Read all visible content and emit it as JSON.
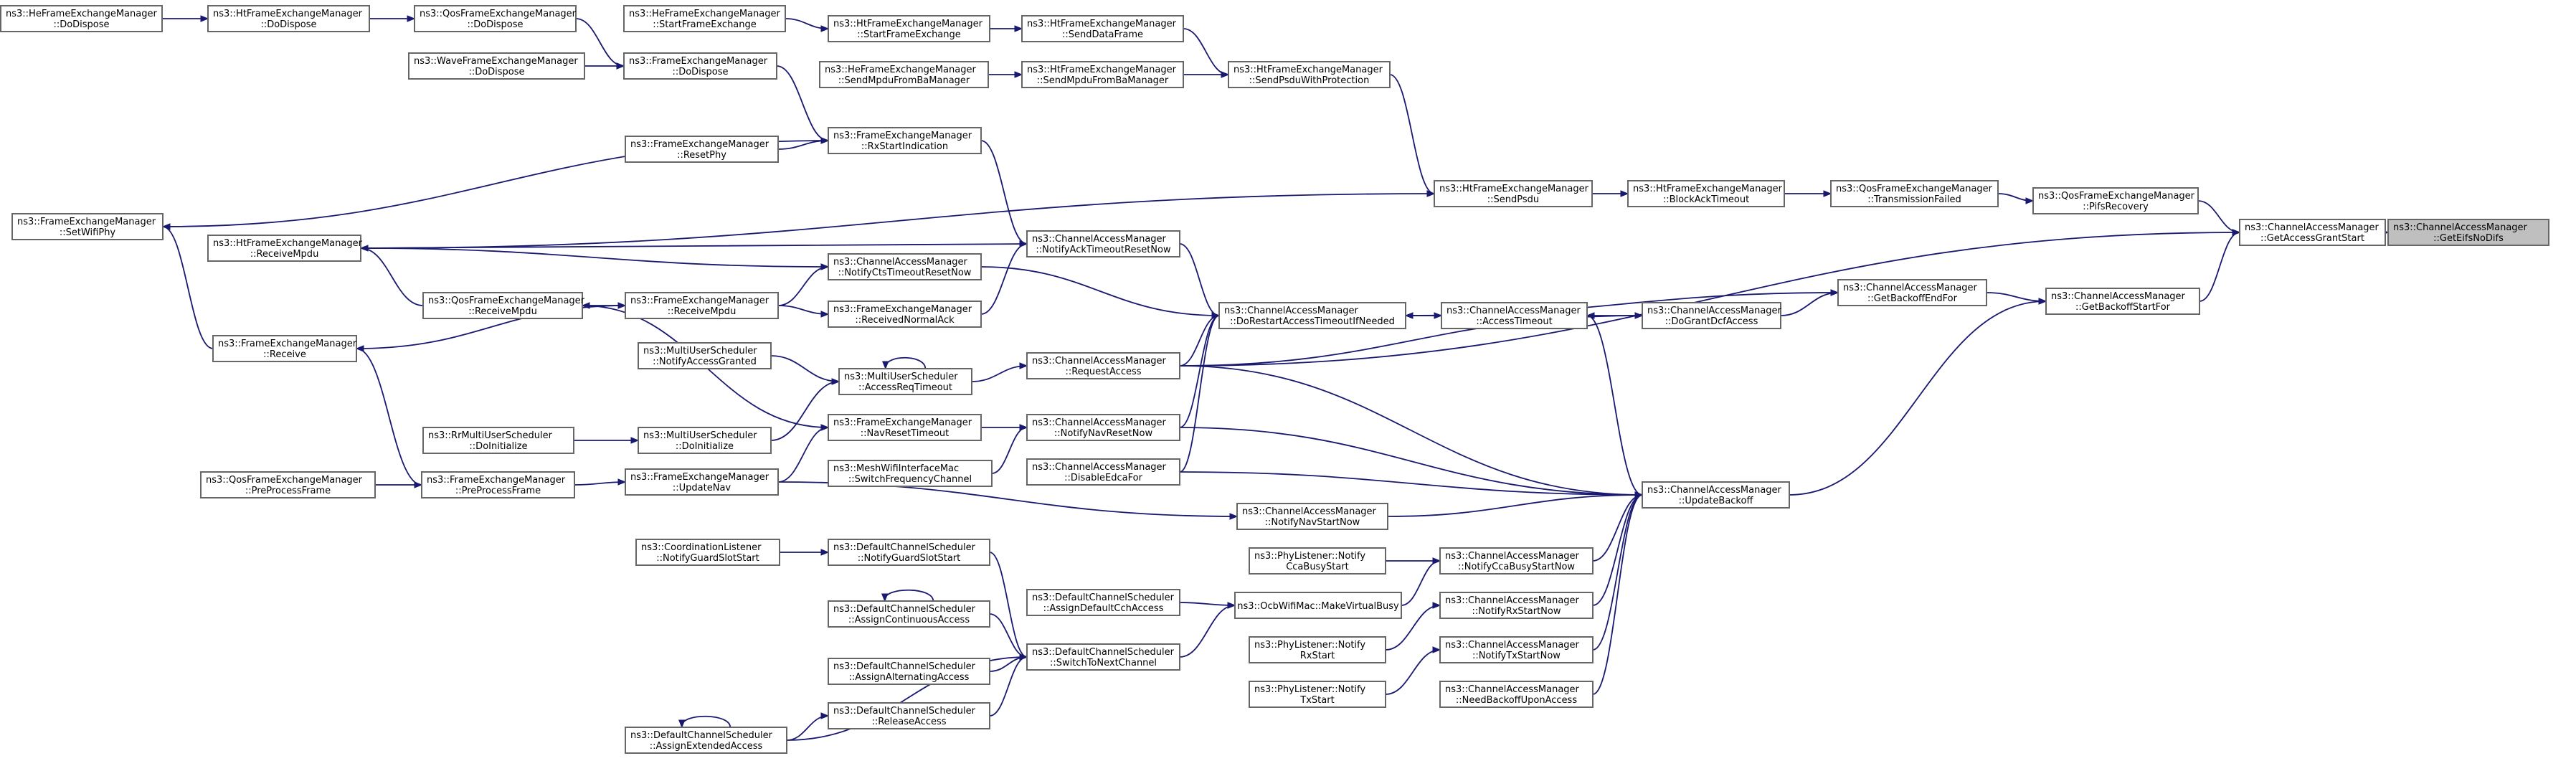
{
  "colors": {
    "edge": "#191970",
    "node_border": "#666666",
    "root_fill": "#bfbfbf",
    "node_fill": "#ffffff"
  },
  "nodes": [
    {
      "id": "root",
      "l1": "ns3::ChannelAccessManager",
      "l2": "::GetEifsNoDifs",
      "root": true
    },
    {
      "id": "gags",
      "l1": "ns3::ChannelAccessManager",
      "l2": "::GetAccessGrantStart"
    },
    {
      "id": "gbsf",
      "l1": "ns3::ChannelAccessManager",
      "l2": "::GetBackoffStartFor"
    },
    {
      "id": "gbef",
      "l1": "ns3::ChannelAccessManager",
      "l2": "::GetBackoffEndFor"
    },
    {
      "id": "dgda",
      "l1": "ns3::ChannelAccessManager",
      "l2": "::DoGrantDcfAccess"
    },
    {
      "id": "acto",
      "l1": "ns3::ChannelAccessManager",
      "l2": "::AccessTimeout"
    },
    {
      "id": "drat",
      "l1": "ns3::ChannelAccessManager",
      "l2": "::DoRestartAccessTimeoutIfNeeded"
    },
    {
      "id": "ub",
      "l1": "ns3::ChannelAccessManager",
      "l2": "::UpdateBackoff"
    },
    {
      "id": "nats",
      "l1": "ns3::ChannelAccessManager",
      "l2": "::NotifyAckTimeoutResetNow"
    },
    {
      "id": "ncts",
      "l1": "ns3::ChannelAccessManager",
      "l2": "::NotifyCtsTimeoutResetNow"
    },
    {
      "id": "ra",
      "l1": "ns3::ChannelAccessManager",
      "l2": "::RequestAccess"
    },
    {
      "id": "nnr",
      "l1": "ns3::ChannelAccessManager",
      "l2": "::NotifyNavResetNow"
    },
    {
      "id": "dea",
      "l1": "ns3::ChannelAccessManager",
      "l2": "::DisableEdcaFor"
    },
    {
      "id": "nns",
      "l1": "ns3::ChannelAccessManager",
      "l2": "::NotifyNavStartNow"
    },
    {
      "id": "nccb",
      "l1": "ns3::ChannelAccessManager",
      "l2": "::NotifyCcaBusyStartNow"
    },
    {
      "id": "nrx",
      "l1": "ns3::ChannelAccessManager",
      "l2": "::NotifyRxStartNow"
    },
    {
      "id": "ntx",
      "l1": "ns3::ChannelAccessManager",
      "l2": "::NotifyTxStartNow"
    },
    {
      "id": "nbua",
      "l1": "ns3::ChannelAccessManager",
      "l2": "::NeedBackoffUponAccess"
    },
    {
      "id": "qpifs",
      "l1": "ns3::QosFrameExchangeManager",
      "l2": "::PifsRecovery"
    },
    {
      "id": "qtf",
      "l1": "ns3::QosFrameExchangeManager",
      "l2": "::TransmissionFailed"
    },
    {
      "id": "hbat",
      "l1": "ns3::HtFrameExchangeManager",
      "l2": "::BlockAckTimeout"
    },
    {
      "id": "hsp",
      "l1": "ns3::HtFrameExchangeManager",
      "l2": "::SendPsdu"
    },
    {
      "id": "hspp",
      "l1": "ns3::HtFrameExchangeManager",
      "l2": "::SendPsduWithProtection"
    },
    {
      "id": "hsdf",
      "l1": "ns3::HtFrameExchangeManager",
      "l2": "::SendDataFrame"
    },
    {
      "id": "hsmb",
      "l1": "ns3::HtFrameExchangeManager",
      "l2": "::SendMpduFromBaManager"
    },
    {
      "id": "hsfe",
      "l1": "ns3::HtFrameExchangeManager",
      "l2": "::StartFrameExchange"
    },
    {
      "id": "hesfe",
      "l1": "ns3::HeFrameExchangeManager",
      "l2": "::StartFrameExchange"
    },
    {
      "id": "hesmb",
      "l1": "ns3::HeFrameExchangeManager",
      "l2": "::SendMpduFromBaManager"
    },
    {
      "id": "fdd",
      "l1": "ns3::FrameExchangeManager",
      "l2": "::DoDispose"
    },
    {
      "id": "qdd",
      "l1": "ns3::QosFrameExchangeManager",
      "l2": "::DoDispose"
    },
    {
      "id": "htdd",
      "l1": "ns3::HtFrameExchangeManager",
      "l2": "::DoDispose"
    },
    {
      "id": "hedd",
      "l1": "ns3::HeFrameExchangeManager",
      "l2": "::DoDispose"
    },
    {
      "id": "wdd",
      "l1": "ns3::WaveFrameExchangeManager",
      "l2": "::DoDispose"
    },
    {
      "id": "frsi",
      "l1": "ns3::FrameExchangeManager",
      "l2": "::RxStartIndication"
    },
    {
      "id": "frp",
      "l1": "ns3::FrameExchangeManager",
      "l2": "::ResetPhy"
    },
    {
      "id": "fswp",
      "l1": "ns3::FrameExchangeManager",
      "l2": "::SetWifiPhy"
    },
    {
      "id": "hrm",
      "l1": "ns3::HtFrameExchangeManager",
      "l2": "::ReceiveMpdu"
    },
    {
      "id": "qrm",
      "l1": "ns3::QosFrameExchangeManager",
      "l2": "::ReceiveMpdu"
    },
    {
      "id": "frm",
      "l1": "ns3::FrameExchangeManager",
      "l2": "::ReceiveMpdu"
    },
    {
      "id": "frna",
      "l1": "ns3::FrameExchangeManager",
      "l2": "::ReceivedNormalAck"
    },
    {
      "id": "frcv",
      "l1": "ns3::FrameExchangeManager",
      "l2": "::Receive"
    },
    {
      "id": "mnag",
      "l1": "ns3::MultiUserScheduler",
      "l2": "::NotifyAccessGranted"
    },
    {
      "id": "mart",
      "l1": "ns3::MultiUserScheduler",
      "l2": "::AccessReqTimeout"
    },
    {
      "id": "mdi",
      "l1": "ns3::MultiUserScheduler",
      "l2": "::DoInitialize"
    },
    {
      "id": "rrdi",
      "l1": "ns3::RrMultiUserScheduler",
      "l2": "::DoInitialize"
    },
    {
      "id": "fnrt",
      "l1": "ns3::FrameExchangeManager",
      "l2": "::NavResetTimeout"
    },
    {
      "id": "mswf",
      "l1": "ns3::MeshWifiInterfaceMac",
      "l2": "::SwitchFrequencyChannel"
    },
    {
      "id": "fun",
      "l1": "ns3::FrameExchangeManager",
      "l2": "::UpdateNav"
    },
    {
      "id": "fppf",
      "l1": "ns3::FrameExchangeManager",
      "l2": "::PreProcessFrame"
    },
    {
      "id": "qppf",
      "l1": "ns3::QosFrameExchangeManager",
      "l2": "::PreProcessFrame"
    },
    {
      "id": "clng",
      "l1": "ns3::CoordinationListener",
      "l2": "::NotifyGuardSlotStart"
    },
    {
      "id": "dcng",
      "l1": "ns3::DefaultChannelScheduler",
      "l2": "::NotifyGuardSlotStart"
    },
    {
      "id": "dcac",
      "l1": "ns3::DefaultChannelScheduler",
      "l2": "::AssignContinuousAccess"
    },
    {
      "id": "dcaa",
      "l1": "ns3::DefaultChannelScheduler",
      "l2": "::AssignAlternatingAccess"
    },
    {
      "id": "dcra",
      "l1": "ns3::DefaultChannelScheduler",
      "l2": "::ReleaseAccess"
    },
    {
      "id": "dcae",
      "l1": "ns3::DefaultChannelScheduler",
      "l2": "::AssignExtendedAccess"
    },
    {
      "id": "dcsn",
      "l1": "ns3::DefaultChannelScheduler",
      "l2": "::SwitchToNextChannel"
    },
    {
      "id": "dcad",
      "l1": "ns3::DefaultChannelScheduler",
      "l2": "::AssignDefaultCchAccess"
    },
    {
      "id": "ocb",
      "l1": "ns3::OcbWifiMac::MakeVirtualBusy",
      "l2": ""
    },
    {
      "id": "plcb",
      "l1": "ns3::PhyListener::Notify",
      "l2": "CcaBusyStart"
    },
    {
      "id": "plrx",
      "l1": "ns3::PhyListener::Notify",
      "l2": "RxStart"
    },
    {
      "id": "pltx",
      "l1": "ns3::PhyListener::Notify",
      "l2": "TxStart"
    }
  ],
  "edges": [
    [
      "gags",
      "root"
    ],
    [
      "gbsf",
      "gags"
    ],
    [
      "qpifs",
      "gags"
    ],
    [
      "ra",
      "gags"
    ],
    [
      "gbef",
      "gbsf"
    ],
    [
      "ub",
      "gbsf"
    ],
    [
      "qtf",
      "qpifs"
    ],
    [
      "hbat",
      "qtf"
    ],
    [
      "hsp",
      "hbat"
    ],
    [
      "hspp",
      "hsp"
    ],
    [
      "hrm",
      "hsp"
    ],
    [
      "hsdf",
      "hspp"
    ],
    [
      "hsmb",
      "hspp"
    ],
    [
      "hsfe",
      "hsdf"
    ],
    [
      "hesfe",
      "hsfe"
    ],
    [
      "hesmb",
      "hsmb"
    ],
    [
      "dgda",
      "gbef"
    ],
    [
      "drat",
      "gbef"
    ],
    [
      "acto",
      "dgda"
    ],
    [
      "ra",
      "dgda"
    ],
    [
      "drat",
      "acto"
    ],
    [
      "acto",
      "drat"
    ],
    [
      "nats",
      "drat"
    ],
    [
      "ncts",
      "drat"
    ],
    [
      "ra",
      "drat"
    ],
    [
      "nnr",
      "drat"
    ],
    [
      "dea",
      "drat"
    ],
    [
      "ub",
      "acto"
    ],
    [
      "ra",
      "ub"
    ],
    [
      "nnr",
      "ub"
    ],
    [
      "dea",
      "ub"
    ],
    [
      "nns",
      "ub"
    ],
    [
      "nccb",
      "ub"
    ],
    [
      "nrx",
      "ub"
    ],
    [
      "ntx",
      "ub"
    ],
    [
      "nbua",
      "ub"
    ],
    [
      "frsi",
      "nats"
    ],
    [
      "frna",
      "nats"
    ],
    [
      "hrm",
      "nats"
    ],
    [
      "hrm",
      "ncts"
    ],
    [
      "frm",
      "ncts"
    ],
    [
      "fdd",
      "frsi"
    ],
    [
      "frp",
      "frsi"
    ],
    [
      "fswp",
      "frsi"
    ],
    [
      "qdd",
      "fdd"
    ],
    [
      "wdd",
      "fdd"
    ],
    [
      "htdd",
      "qdd"
    ],
    [
      "hedd",
      "htdd"
    ],
    [
      "frcv",
      "fswp"
    ],
    [
      "qrm",
      "hrm"
    ],
    [
      "frcv",
      "frm"
    ],
    [
      "frm",
      "frna"
    ],
    [
      "frm",
      "qrm"
    ],
    [
      "fppf",
      "frcv"
    ],
    [
      "qppf",
      "fppf"
    ],
    [
      "qrm",
      "fnrt"
    ],
    [
      "mart",
      "ra"
    ],
    [
      "mart",
      "mart"
    ],
    [
      "mnag",
      "mart"
    ],
    [
      "mdi",
      "mart"
    ],
    [
      "rrdi",
      "mdi"
    ],
    [
      "fnrt",
      "nnr"
    ],
    [
      "mswf",
      "nnr"
    ],
    [
      "fun",
      "fnrt"
    ],
    [
      "fun",
      "nns"
    ],
    [
      "fppf",
      "fun"
    ],
    [
      "plcb",
      "nccb"
    ],
    [
      "ocb",
      "nccb"
    ],
    [
      "plrx",
      "nrx"
    ],
    [
      "pltx",
      "ntx"
    ],
    [
      "dcad",
      "ocb"
    ],
    [
      "dcsn",
      "ocb"
    ],
    [
      "dcng",
      "dcsn"
    ],
    [
      "clng",
      "dcng"
    ],
    [
      "dcac",
      "dcsn"
    ],
    [
      "dcac",
      "dcac"
    ],
    [
      "dcaa",
      "dcsn"
    ],
    [
      "dcra",
      "dcsn"
    ],
    [
      "dcae",
      "dcsn"
    ],
    [
      "dcae",
      "dcra"
    ],
    [
      "dcae",
      "dcae"
    ]
  ]
}
